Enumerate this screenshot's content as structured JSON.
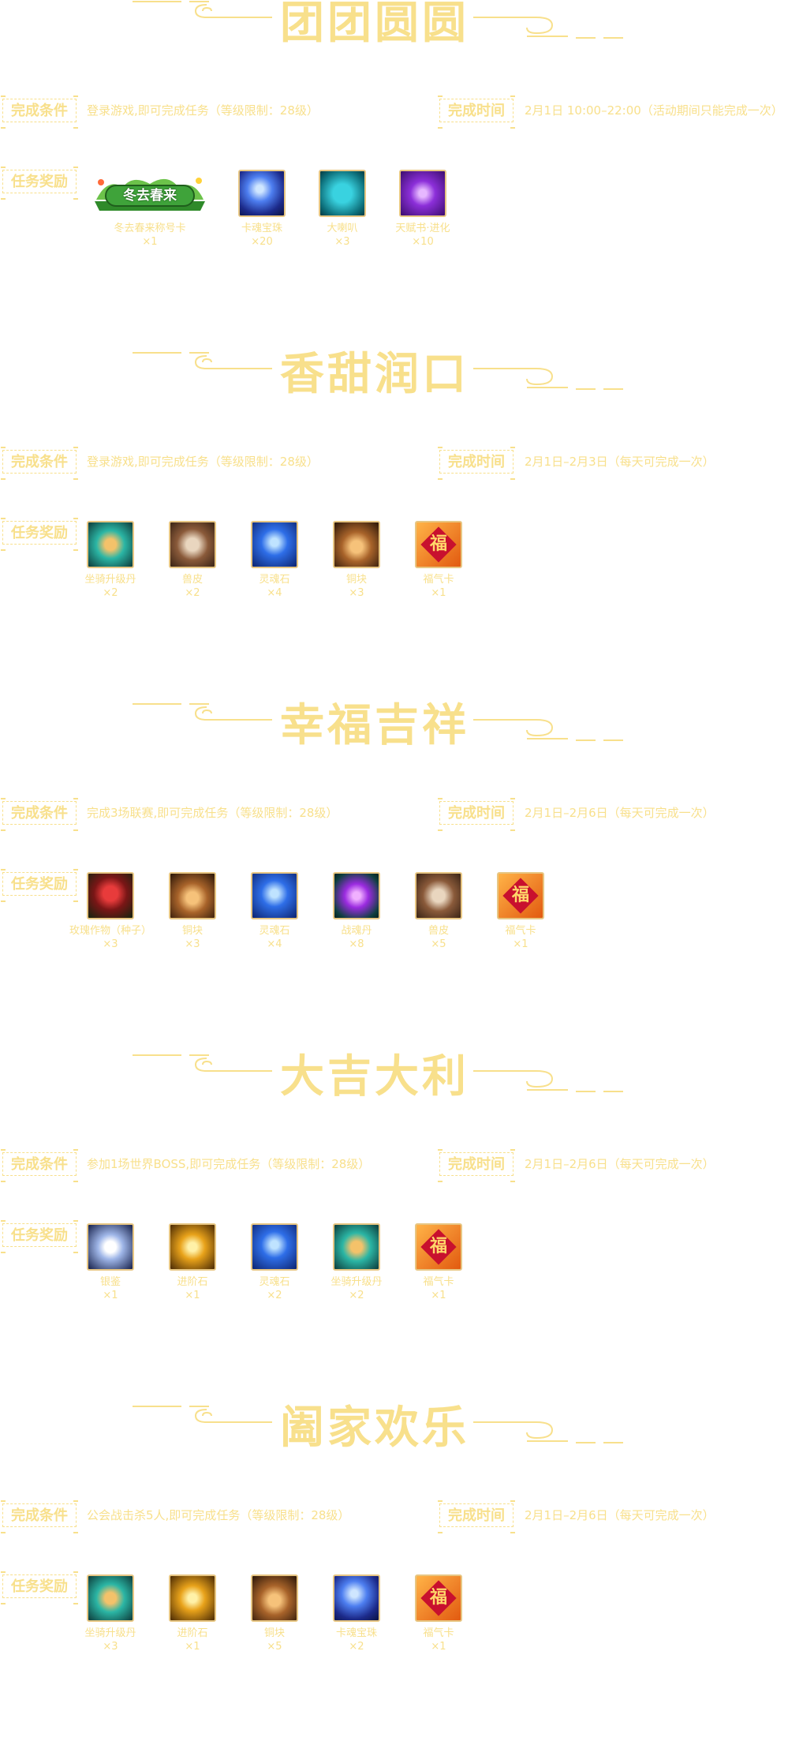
{
  "labels": {
    "condition": "完成条件",
    "time": "完成时间",
    "reward": "任务奖励"
  },
  "sections": [
    {
      "title": "团团圆圆",
      "condition": "登录游戏,即可完成任务（等级限制：28级）",
      "time": "2月1日  10:00–22:00（活动期间只能完成一次）",
      "rewards": [
        {
          "name": "冬去春来称号卡",
          "qty": "×1",
          "icon": "title-card-icon",
          "banner_text": "冬去春来"
        },
        {
          "name": "卡魂宝珠",
          "qty": "×20",
          "icon": "blue-orb-icon"
        },
        {
          "name": "大喇叭",
          "qty": "×3",
          "icon": "megaphone-icon"
        },
        {
          "name": "天赋书·进化",
          "qty": "×10",
          "icon": "talent-book-icon"
        }
      ]
    },
    {
      "title": "香甜润口",
      "condition": "登录游戏,即可完成任务（等级限制：28级）",
      "time": "2月1日–2月3日（每天可完成一次）",
      "rewards": [
        {
          "name": "坐骑升级丹",
          "qty": "×2",
          "icon": "mount-pill-icon"
        },
        {
          "name": "兽皮",
          "qty": "×2",
          "icon": "beast-hide-icon"
        },
        {
          "name": "灵魂石",
          "qty": "×4",
          "icon": "soul-stone-icon"
        },
        {
          "name": "铜块",
          "qty": "×3",
          "icon": "copper-block-icon"
        },
        {
          "name": "福气卡",
          "qty": "×1",
          "icon": "fortune-card-icon",
          "glyph": "福"
        }
      ]
    },
    {
      "title": "幸福吉祥",
      "condition": "完成3场联赛,即可完成任务（等级限制：28级）",
      "time": "2月1日–2月6日（每天可完成一次）",
      "rewards": [
        {
          "name": "玫瑰作物（种子）",
          "qty": "×3",
          "icon": "rose-seed-icon"
        },
        {
          "name": "铜块",
          "qty": "×3",
          "icon": "copper-block-icon"
        },
        {
          "name": "灵魂石",
          "qty": "×4",
          "icon": "soul-stone-icon"
        },
        {
          "name": "战魂丹",
          "qty": "×8",
          "icon": "purple-pill-icon"
        },
        {
          "name": "兽皮",
          "qty": "×5",
          "icon": "beast-hide-icon"
        },
        {
          "name": "福气卡",
          "qty": "×1",
          "icon": "fortune-card-icon",
          "glyph": "福"
        }
      ]
    },
    {
      "title": "大吉大利",
      "condition": "参加1场世界BOSS,即可完成任务（等级限制：28级）",
      "time": "2月1日–2月6日（每天可完成一次）",
      "rewards": [
        {
          "name": "银鉴",
          "qty": "×1",
          "icon": "silver-gem-icon"
        },
        {
          "name": "进阶石",
          "qty": "×1",
          "icon": "advance-stone-icon"
        },
        {
          "name": "灵魂石",
          "qty": "×2",
          "icon": "soul-stone-icon"
        },
        {
          "name": "坐骑升级丹",
          "qty": "×2",
          "icon": "mount-pill-icon"
        },
        {
          "name": "福气卡",
          "qty": "×1",
          "icon": "fortune-card-icon",
          "glyph": "福"
        }
      ]
    },
    {
      "title": "阖家欢乐",
      "condition": "公会战击杀5人,即可完成任务（等级限制：28级）",
      "time": "2月1日–2月6日（每天可完成一次）",
      "rewards": [
        {
          "name": "坐骑升级丹",
          "qty": "×3",
          "icon": "mount-pill-icon"
        },
        {
          "name": "进阶石",
          "qty": "×1",
          "icon": "advance-stone-icon"
        },
        {
          "name": "铜块",
          "qty": "×5",
          "icon": "copper-block-icon"
        },
        {
          "name": "卡魂宝珠",
          "qty": "×2",
          "icon": "blue-orb-icon"
        },
        {
          "name": "福气卡",
          "qty": "×1",
          "icon": "fortune-card-icon",
          "glyph": "福"
        }
      ]
    }
  ],
  "colors": {
    "gold": "#f8e08c",
    "frame": "#e7c683"
  }
}
